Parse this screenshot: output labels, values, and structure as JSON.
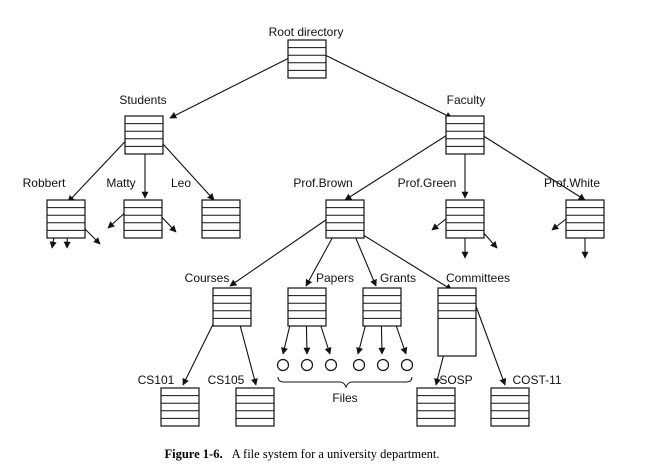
{
  "labels": {
    "root": "Root directory",
    "students": "Students",
    "faculty": "Faculty",
    "robbert": "Robbert",
    "matty": "Matty",
    "leo": "Leo",
    "prof_brown": "Prof.Brown",
    "prof_green": "Prof.Green",
    "prof_white": "Prof.White",
    "courses": "Courses",
    "papers": "Papers",
    "grants": "Grants",
    "committees": "Committees",
    "cs101": "CS101",
    "cs105": "CS105",
    "sosp": "SOSP",
    "cost11": "COST-11",
    "files": "Files"
  },
  "caption": {
    "figure": "Figure 1-6.",
    "text": "A file system for a university department."
  }
}
